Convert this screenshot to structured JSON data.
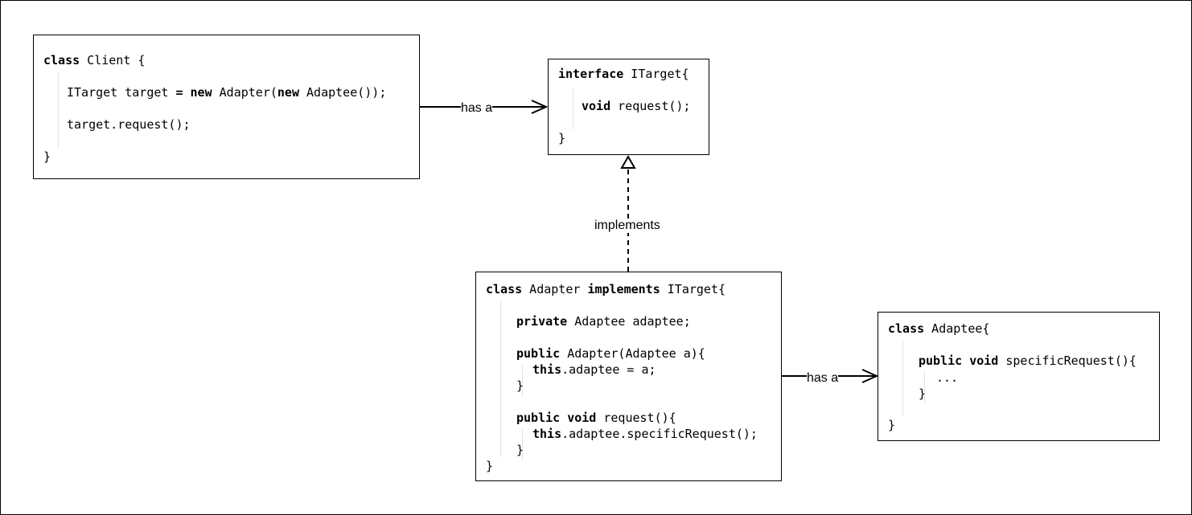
{
  "client": {
    "kw_class": "class",
    "header_rest": " Client {",
    "decl_type": "ITarget target ",
    "decl_eq": "=",
    "decl_new1": "new",
    "decl_mid": " Adapter(",
    "decl_new2": "new",
    "decl_end": " Adaptee());",
    "call": "target.request();",
    "close": "}"
  },
  "itarget": {
    "kw_interface": "interface",
    "header_rest": " ITarget{",
    "kw_void": "void",
    "method_rest": " request();",
    "close": "}"
  },
  "adapter": {
    "kw_class": "class",
    "name": " Adapter ",
    "kw_implements": "implements",
    "header_rest": " ITarget{",
    "kw_private": "private",
    "field_rest": " Adaptee adaptee;",
    "kw_public1": "public",
    "ctor_rest": " Adapter(Adaptee a){",
    "kw_this1": "this",
    "ctor_body_rest": ".adaptee = a;",
    "ctor_close": "}",
    "kw_public2": "public",
    "kw_void": "void",
    "req_rest": " request(){",
    "kw_this2": "this",
    "req_body_rest": ".adaptee.specificRequest();",
    "req_close": "}",
    "close": "}"
  },
  "adaptee": {
    "kw_class": "class",
    "header_rest": " Adaptee{",
    "kw_public": "public",
    "kw_void": "void",
    "method_rest": " specificRequest(){",
    "body": "...",
    "method_close": "}",
    "close": "}"
  },
  "relations": {
    "client_target": "has a",
    "adapter_target": "implements",
    "adapter_adaptee": "has a"
  }
}
